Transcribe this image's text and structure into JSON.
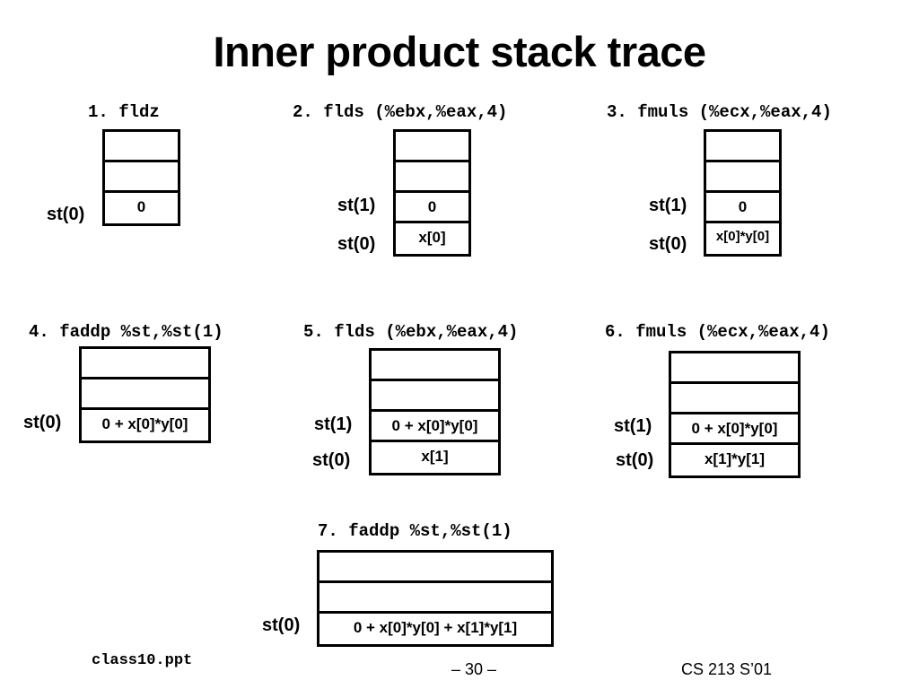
{
  "title": "Inner product stack trace",
  "steps": [
    {
      "caption": "1. fldz",
      "cells": [
        "",
        "",
        "0"
      ],
      "labels": [
        "st(0)"
      ]
    },
    {
      "caption": "2. flds (%ebx,%eax,4)",
      "cells": [
        "",
        "",
        "0",
        "x[0]"
      ],
      "labels": [
        "st(1)",
        "st(0)"
      ]
    },
    {
      "caption": "3. fmuls (%ecx,%eax,4)",
      "cells": [
        "",
        "",
        "0",
        "x[0]*y[0]"
      ],
      "labels": [
        "st(1)",
        "st(0)"
      ]
    },
    {
      "caption": "4. faddp %st,%st(1)",
      "cells": [
        "",
        "",
        "0 + x[0]*y[0]"
      ],
      "labels": [
        "st(0)"
      ]
    },
    {
      "caption": "5. flds (%ebx,%eax,4)",
      "cells": [
        "",
        "",
        "0 + x[0]*y[0]",
        "x[1]"
      ],
      "labels": [
        "st(1)",
        "st(0)"
      ]
    },
    {
      "caption": "6. fmuls (%ecx,%eax,4)",
      "cells": [
        "",
        "",
        "0 + x[0]*y[0]",
        "x[1]*y[1]"
      ],
      "labels": [
        "st(1)",
        "st(0)"
      ]
    },
    {
      "caption": "7. faddp %st,%st(1)",
      "cells": [
        "",
        "",
        "0 + x[0]*y[0] + x[1]*y[1]"
      ],
      "labels": [
        "st(0)"
      ]
    }
  ],
  "footer": {
    "file": "class10.ppt",
    "page": "– 30 –",
    "course": "CS 213 S’01"
  }
}
